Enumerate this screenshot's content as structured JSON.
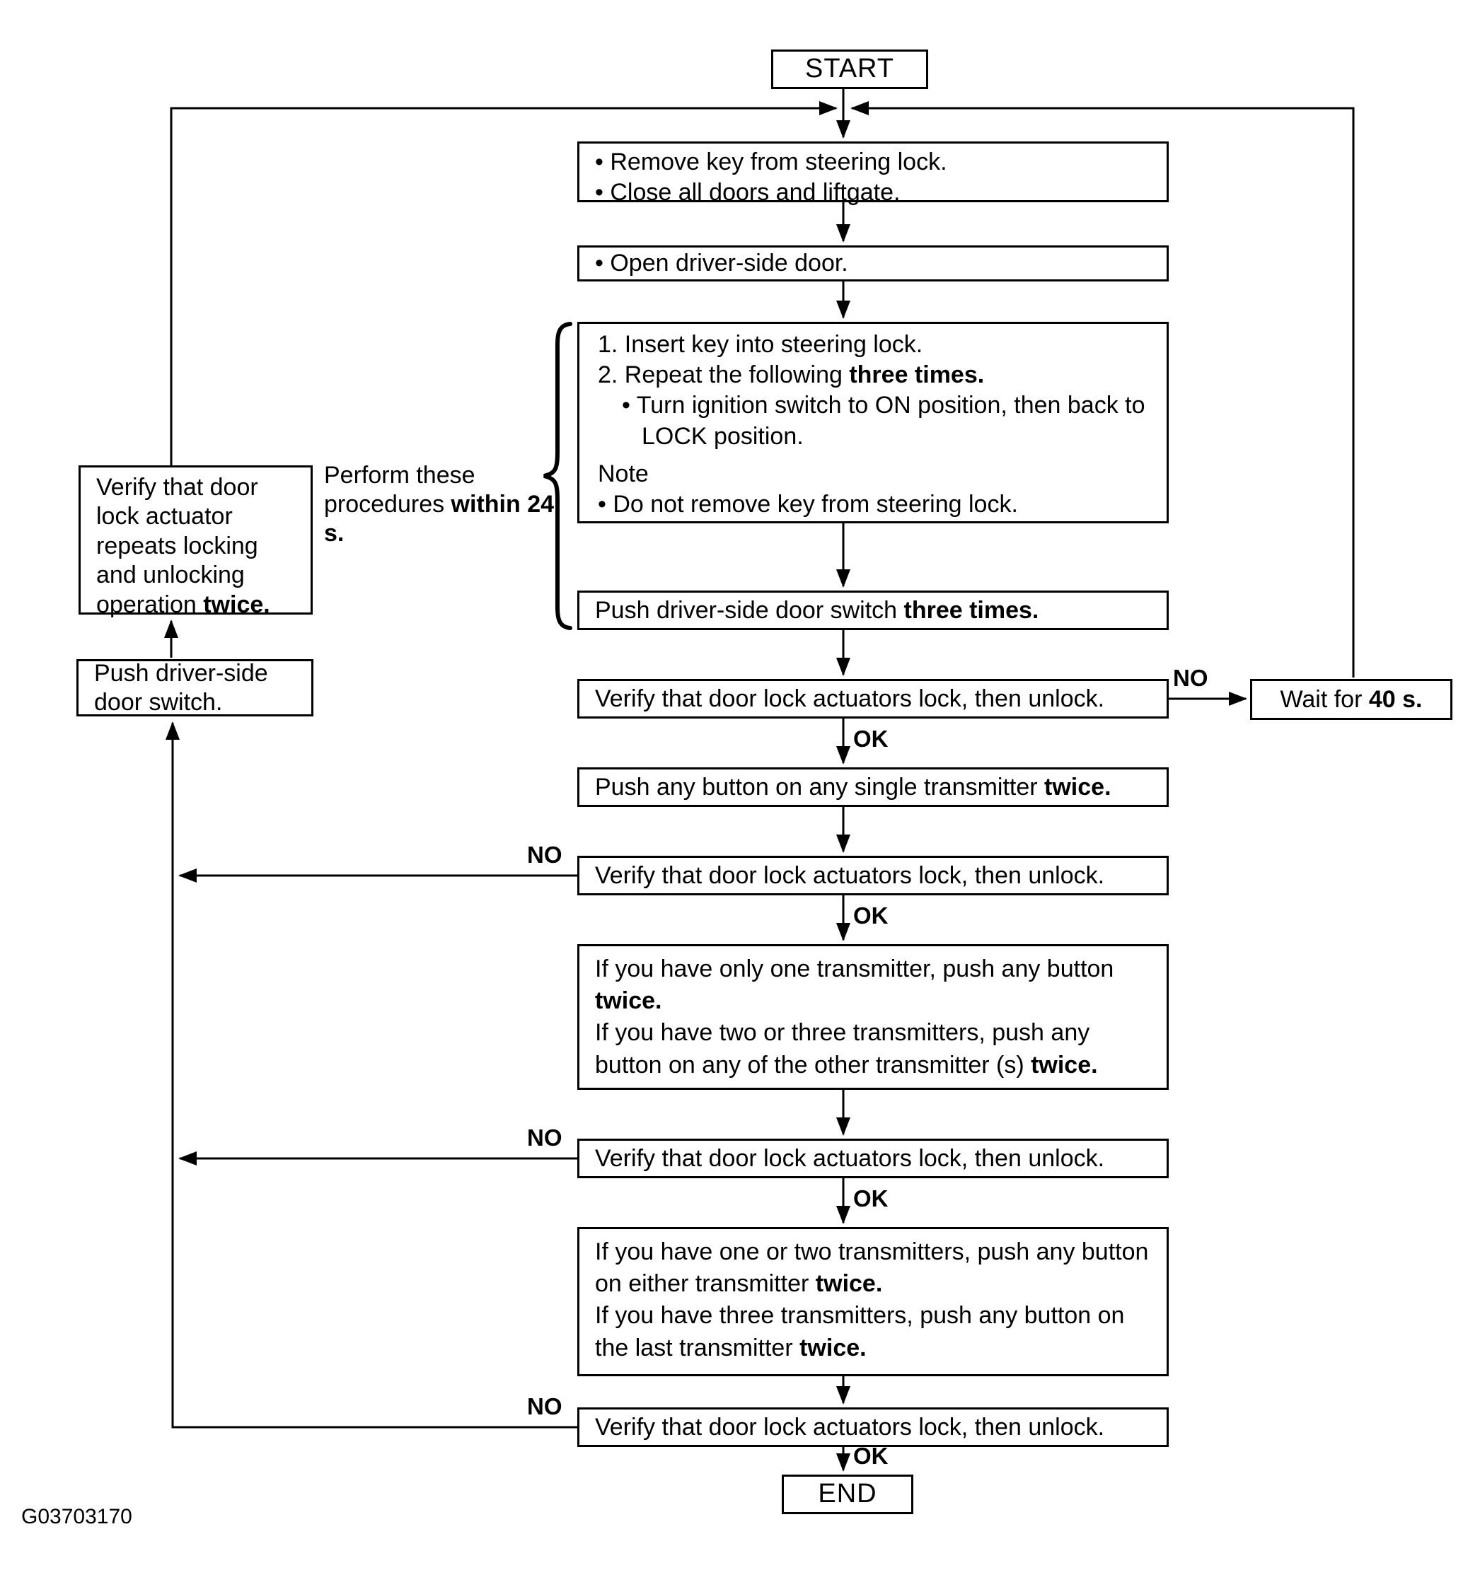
{
  "diagram": {
    "figure_code": "G03703170",
    "labels": {
      "no": "NO",
      "ok": "OK"
    },
    "start": {
      "label": "START"
    },
    "end": {
      "label": "END"
    },
    "steps": {
      "prepare": {
        "bullet1": "• Remove key from steering lock.",
        "bullet2": "• Close all doors and liftgate."
      },
      "open_door": {
        "bullet1": "• Open driver-side door."
      },
      "key_cycle": {
        "item1": "1. Insert key into steering lock.",
        "item2_pre": "2. Repeat the following ",
        "item2_bold": "three times.",
        "sub_bullet": "• Turn ignition switch to ON position, then back to LOCK position.",
        "note_title": "Note",
        "note_bullet": "• Do not remove key from steering lock."
      },
      "push_switch_three": {
        "pre": "Push driver-side door switch ",
        "bold": "three times."
      },
      "verify1": {
        "text": "Verify that door lock actuators lock, then unlock."
      },
      "wait": {
        "pre": "Wait for ",
        "bold": "40 s."
      },
      "push_any_single": {
        "pre": "Push any button on any single transmitter ",
        "bold": "twice."
      },
      "verify2": {
        "text": "Verify that door lock actuators lock, then unlock."
      },
      "second_transmitter": {
        "s1_pre": "If you have only one transmitter, push any button ",
        "s1_bold": "twice.",
        "s2_pre": "If you have two or three transmitters, push any button on any of the other transmitter (s) ",
        "s2_bold": "twice."
      },
      "verify3": {
        "text": "Verify that door lock actuators lock, then unlock."
      },
      "third_transmitter": {
        "s1_pre": "If you have one or two transmitters, push any button on either transmitter ",
        "s1_bold": "twice.",
        "s2_pre": "If you have three transmitters, push any button on the last transmitter ",
        "s2_bold": "twice."
      },
      "verify4": {
        "text": "Verify that door lock actuators lock, then unlock."
      },
      "left_verify": {
        "pre": "Verify that door lock actuator repeats locking and unlocking operation ",
        "bold": "twice."
      },
      "left_push": {
        "text": "Push driver-side door switch."
      },
      "side_note": {
        "pre": "Perform these procedures ",
        "bold": "within 24 s."
      }
    }
  }
}
